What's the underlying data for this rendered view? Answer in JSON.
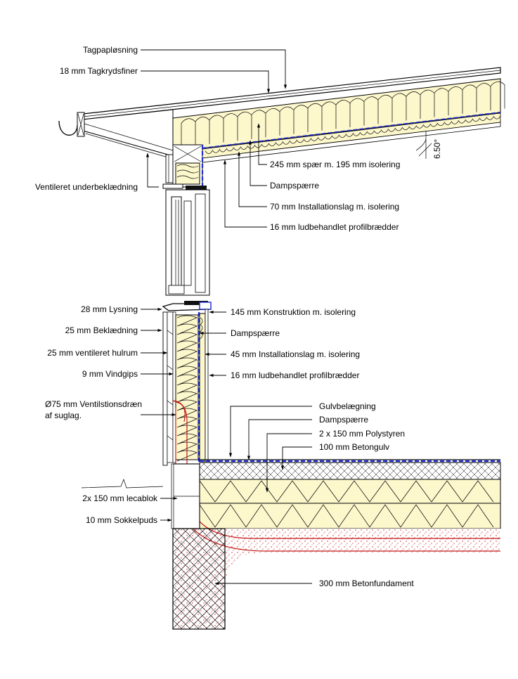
{
  "labels": {
    "tagpap": "Tagpapløsning",
    "tagkrydsfiner": "18 mm Tagkrydsfiner",
    "underbeklaedning": "Ventileret underbeklædning",
    "spaer": "245 mm spær m. 195 mm isolering",
    "roof_dampspaerre": "Dampspærre",
    "roof_installationslag": "70 mm Installationslag m. isolering",
    "roof_profilbraedder": "16 mm ludbehandlet profilbrædder",
    "angle": "6.50°",
    "lysning": "28 mm Lysning",
    "beklaedning": "25 mm Beklædning",
    "hulrum": "25 mm ventileret hulrum",
    "vindgips": "9 mm Vindgips",
    "konstruktion": "145 mm Konstruktion m. isolering",
    "wall_dampspaerre": "Dampspærre",
    "wall_installationslag": "45 mm Installationslag m. isolering",
    "wall_profilbraedder": "16 mm ludbehandlet profilbrædder",
    "draen_1": "Ø75 mm Ventilstionsdræn",
    "draen_2": "af suglag.",
    "gulvbelaegning": "Gulvbelægning",
    "floor_dampspaerre": "Dampspærre",
    "polystyren": "2 x 150 mm Polystyren",
    "betongulv": "100 mm Betongulv",
    "lecablok": "2x 150 mm lecablok",
    "sokkelpuds": "10 mm Sokkelpuds",
    "betonfundament": "300 mm Betonfundament"
  },
  "colors": {
    "insulation": "#fdf7cc",
    "vapor_barrier": "#1f2fd6",
    "drain": "#c41a1a",
    "line": "#000000"
  }
}
